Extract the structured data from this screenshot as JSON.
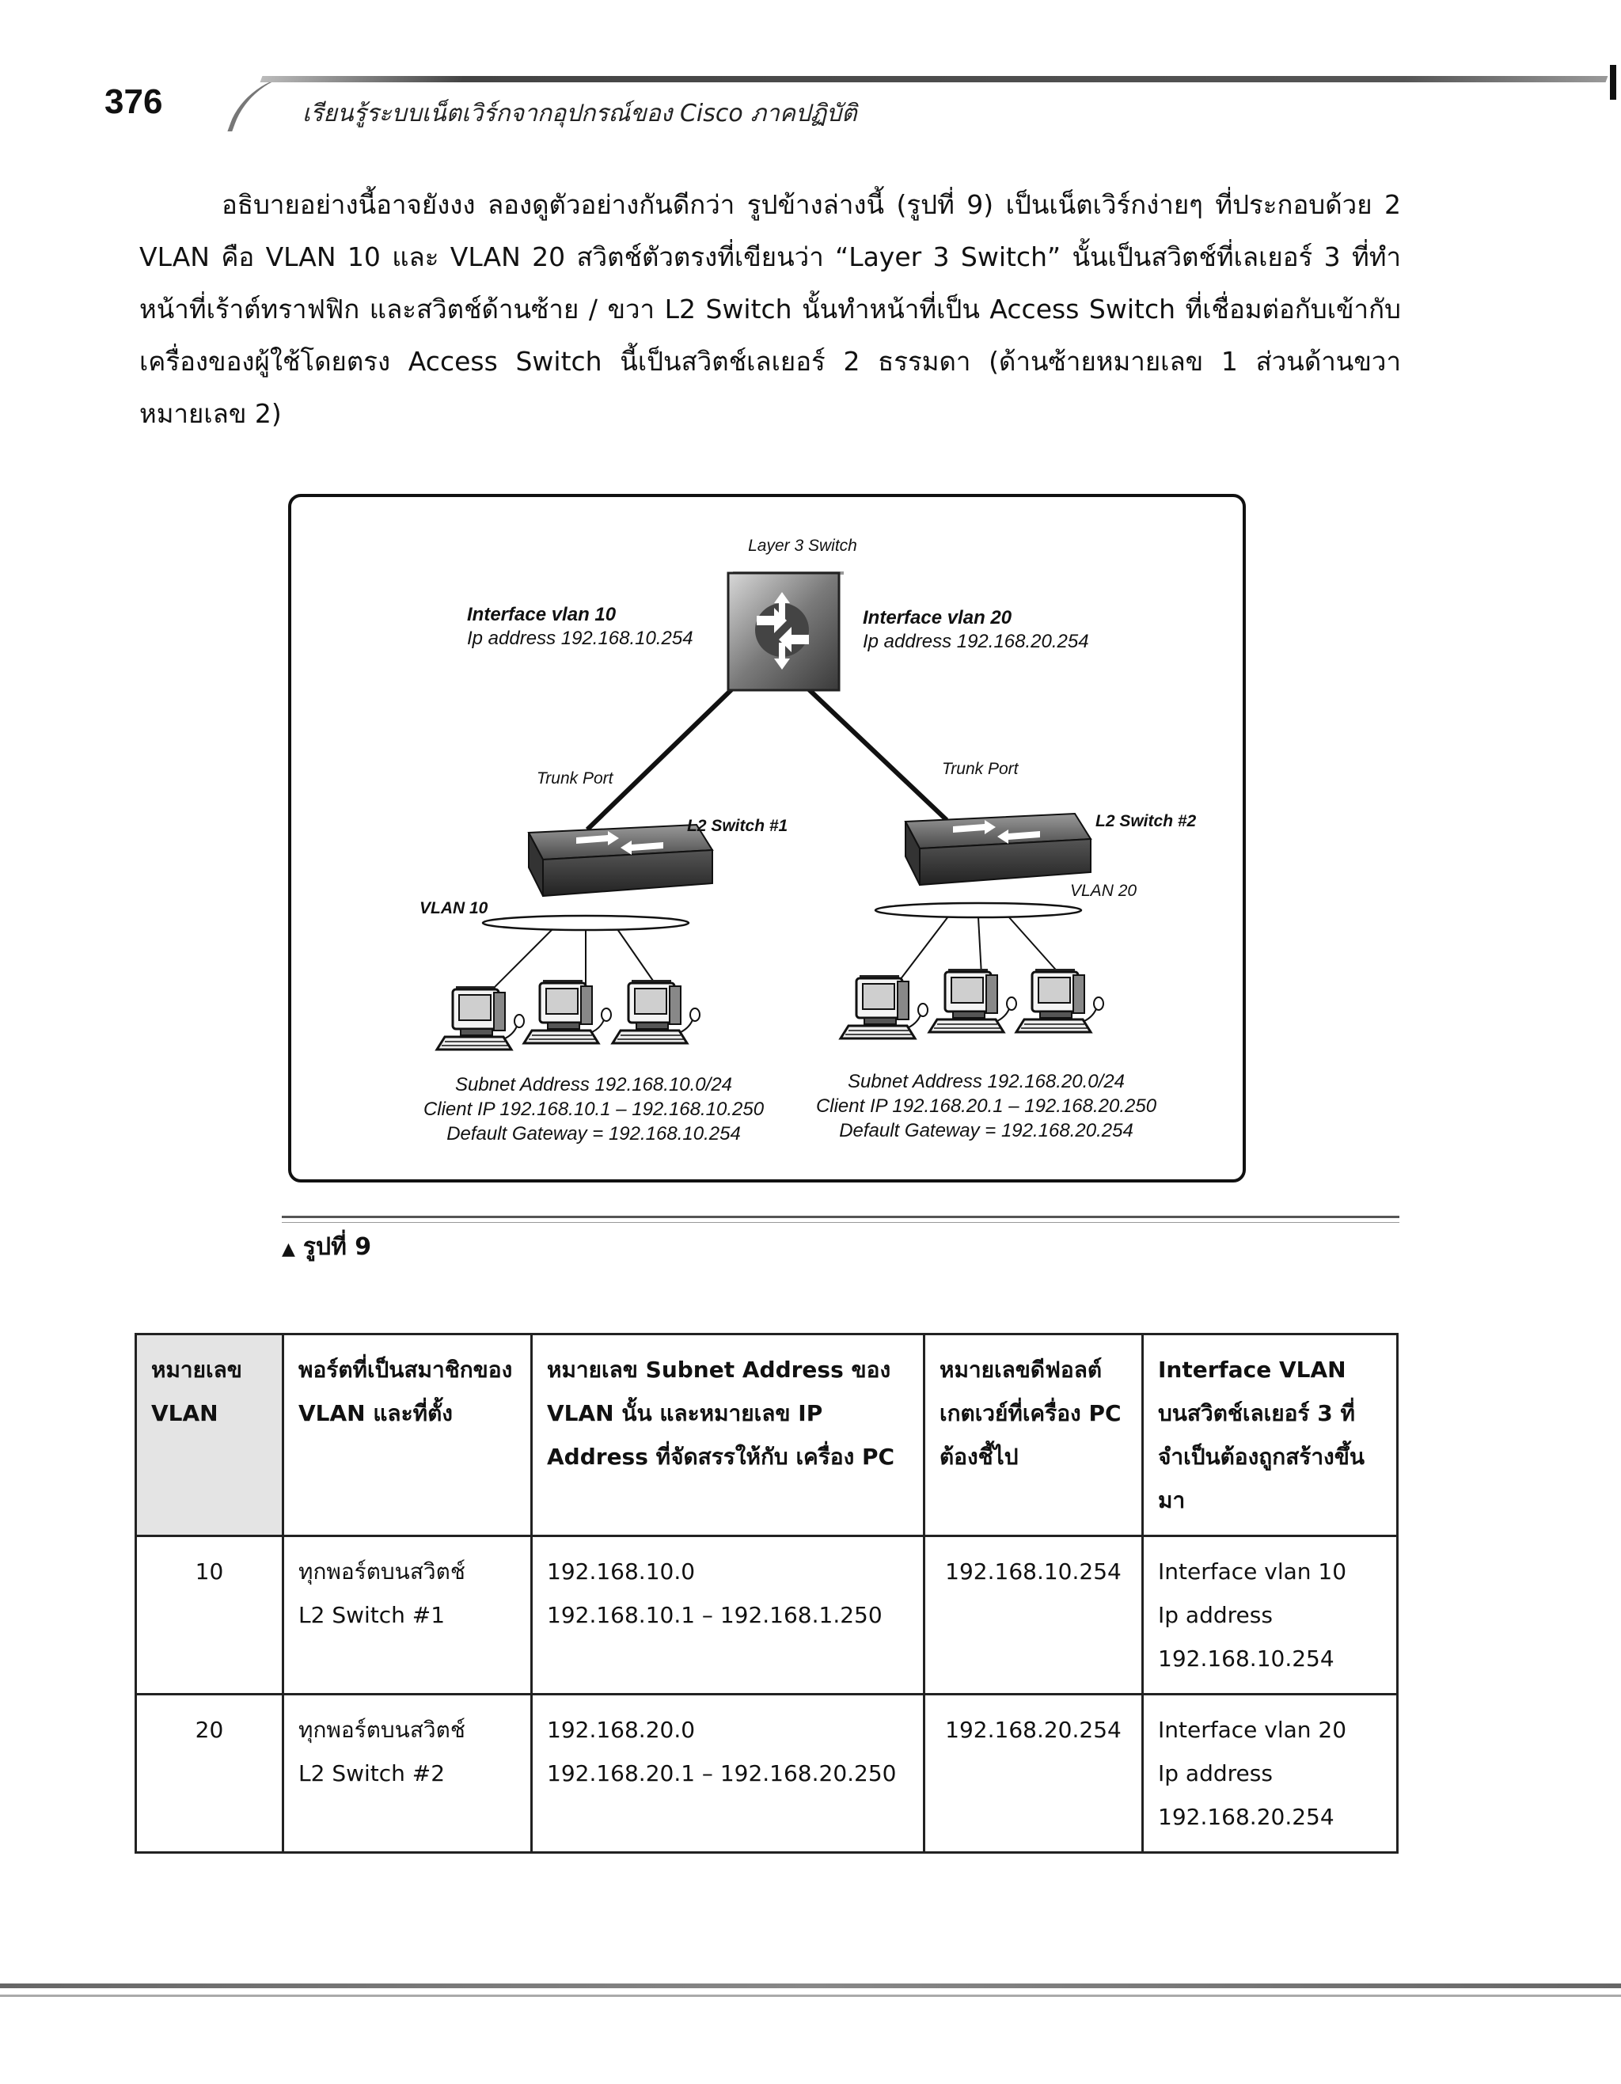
{
  "header": {
    "page_number": "376",
    "running_title": "เรียนรู้ระบบเน็ตเวิร์กจากอุปกรณ์ของ Cisco ภาคปฏิบัติ"
  },
  "body": {
    "paragraph": "อธิบายอย่างนี้อาจยังงง ลองดูตัวอย่างกันดีกว่า รูปข้างล่างนี้ (รูปที่ 9) เป็นเน็ตเวิร์กง่ายๆ ที่ประกอบด้วย 2 VLAN คือ VLAN 10 และ VLAN 20 สวิตช์ตัวตรงที่เขียนว่า “Layer 3 Switch” นั้นเป็นสวิตช์ที่เลเยอร์ 3 ที่ทำหน้าที่เร้าต์ทราฟฟิก และสวิตช์ด้านซ้าย / ขวา L2 Switch นั้นทำหน้าที่เป็น Access Switch ที่เชื่อมต่อกับเข้ากับเครื่องของผู้ใช้โดยตรง Access Switch นี้เป็นสวิตช์เลเยอร์ 2 ธรรมดา (ด้านซ้ายหมายเลข 1 ส่วนด้านขวาหมายเลข 2)"
  },
  "figure": {
    "core_label": "Layer 3 Switch",
    "left_iface": {
      "name": "Interface vlan 10",
      "ip": "Ip address 192.168.10.254"
    },
    "right_iface": {
      "name": "Interface vlan 20",
      "ip": "Ip address 192.168.20.254"
    },
    "left_trunk": "Trunk Port",
    "right_trunk": "Trunk Port",
    "left_switch": "L2 Switch #1",
    "right_switch": "L2 Switch #2",
    "left_vlan": "VLAN 10",
    "right_vlan": "VLAN 20",
    "left_subnet": {
      "subnet": "Subnet Address 192.168.10.0/24",
      "client": "Client IP 192.168.10.1 – 192.168.10.250",
      "gateway": "Default Gateway = 192.168.10.254"
    },
    "right_subnet": {
      "subnet": "Subnet Address 192.168.20.0/24",
      "client": "Client IP 192.168.20.1 – 192.168.20.250",
      "gateway": "Default Gateway = 192.168.20.254"
    },
    "caption": "รูปที่ 9"
  },
  "table": {
    "headers": [
      "หมายเลข VLAN",
      "พอร์ตที่เป็นสมาชิกของ VLAN และที่ตั้ง",
      "หมายเลข Subnet Address ของ VLAN นั้น และหมายเลข IP Address ที่จัดสรรให้กับ เครื่อง PC",
      "หมายเลขดีฟอลต์เกตเวย์ที่เครื่อง PC ต้องชี้ไป",
      "Interface VLAN บนสวิตช์เลเยอร์ 3 ที่จำเป็นต้องถูกสร้างขึ้นมา"
    ],
    "rows": [
      {
        "vlan": "10",
        "ports": [
          "ทุกพอร์ตบนสวิตช์",
          "L2 Switch #1"
        ],
        "subnet": [
          "192.168.10.0",
          "192.168.10.1 – 192.168.1.250"
        ],
        "gateway": "192.168.10.254",
        "iface": [
          "Interface vlan 10",
          "Ip address",
          "192.168.10.254"
        ]
      },
      {
        "vlan": "20",
        "ports": [
          "ทุกพอร์ตบนสวิตช์",
          "L2 Switch #2"
        ],
        "subnet": [
          "192.168.20.0",
          "192.168.20.1 – 192.168.20.250"
        ],
        "gateway": "192.168.20.254",
        "iface": [
          "Interface vlan 20",
          "Ip address",
          "192.168.20.254"
        ]
      }
    ]
  }
}
